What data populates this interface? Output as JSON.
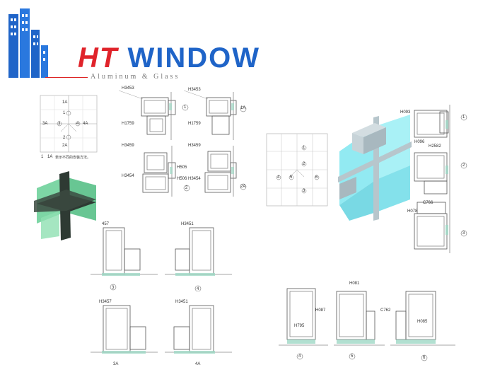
{
  "logo": {
    "ht": "HT",
    "window": "WINDOW",
    "tagline": "Aluminum & Glass",
    "colors": {
      "blue": "#1f64c8",
      "red": "#e0232a",
      "grey": "#7a7a7a"
    }
  },
  "grid_key": {
    "labels": [
      "1A",
      "1",
      "3A",
      "3",
      "4",
      "4A",
      "2",
      "2A"
    ],
    "caption_num": "1",
    "caption_code": "1A",
    "caption_text": "表示不同的安装方法。"
  },
  "section_1": {
    "left_top": "H3453",
    "left_mid": "H1759",
    "right_top": "H3453",
    "right_mid": "H1759",
    "circle_left": "1",
    "circle_right": "1A"
  },
  "section_2": {
    "left_top": "H3459",
    "left_bottom": "H3454",
    "center_a": "H505",
    "center_b": "H506",
    "right_top": "H3459",
    "right_bottom": "H3454",
    "circle_left": "2",
    "circle_right": "2A"
  },
  "section_3_4": {
    "left_label": "457",
    "right_label": "H3451",
    "circle_left": "3",
    "circle_right": "4"
  },
  "section_3a_4a": {
    "left_label": "H3457",
    "right_label": "H3451",
    "circle_left": "3A",
    "circle_right": "4A"
  },
  "grid_key_2": {
    "labels": [
      "1",
      "2",
      "4",
      "5",
      "6",
      "3"
    ]
  },
  "right_profiles": {
    "top_a": "H093",
    "top_b": "H096",
    "mid_a": "H2582",
    "mid_b": "H078",
    "mid_c": "C766",
    "circles": [
      "1",
      "2",
      "3"
    ]
  },
  "bottom_profiles": {
    "a": "H087",
    "b": "H795",
    "c": "H081",
    "d": "C762",
    "e": "H085",
    "circles": [
      "4",
      "5",
      "6"
    ]
  }
}
